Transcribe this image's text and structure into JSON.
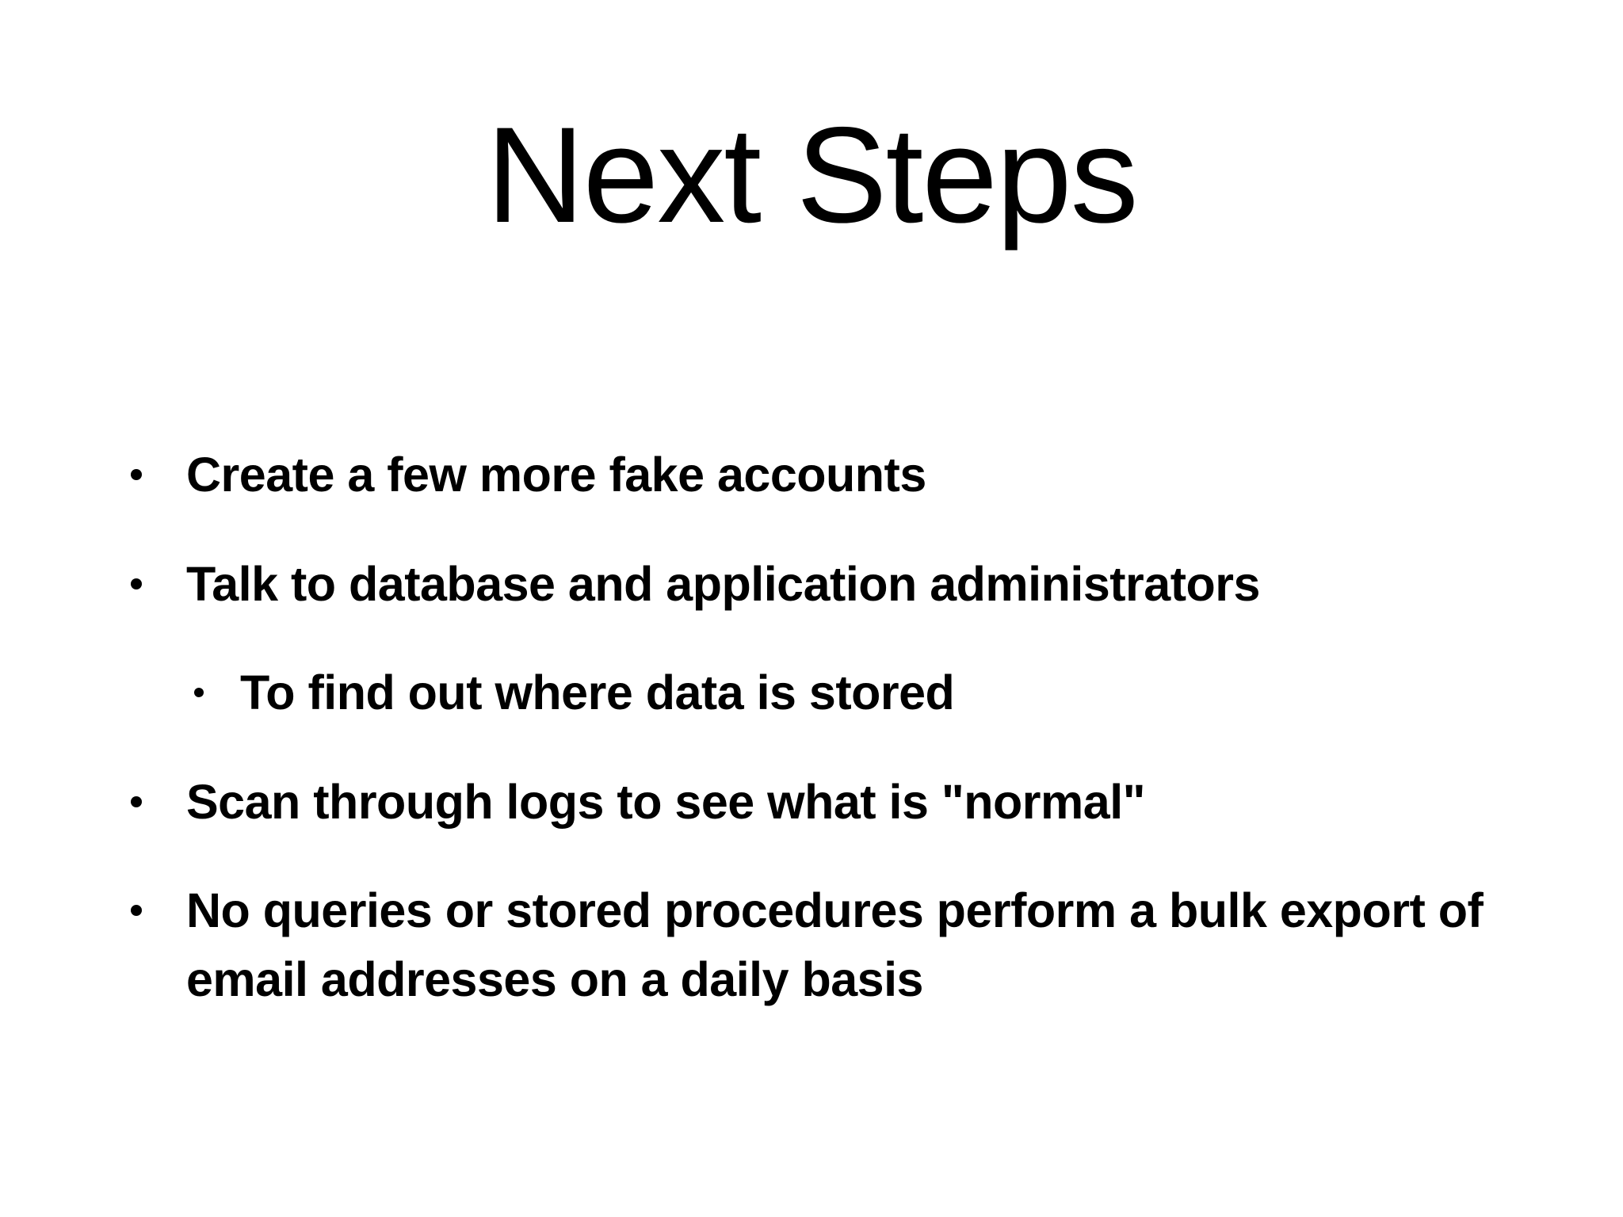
{
  "slide": {
    "title": "Next Steps",
    "bullets": [
      {
        "level": 1,
        "text": "Create a few more fake accounts"
      },
      {
        "level": 1,
        "text": "Talk to database and application administrators"
      },
      {
        "level": 2,
        "text": "To find out where data is stored"
      },
      {
        "level": 1,
        "text": "Scan through logs to see what is \"normal\""
      },
      {
        "level": 1,
        "text": "No queries or stored procedures perform a bulk export of email addresses on a daily basis"
      }
    ],
    "colors": {
      "background": "#ffffff",
      "text": "#000000"
    }
  }
}
